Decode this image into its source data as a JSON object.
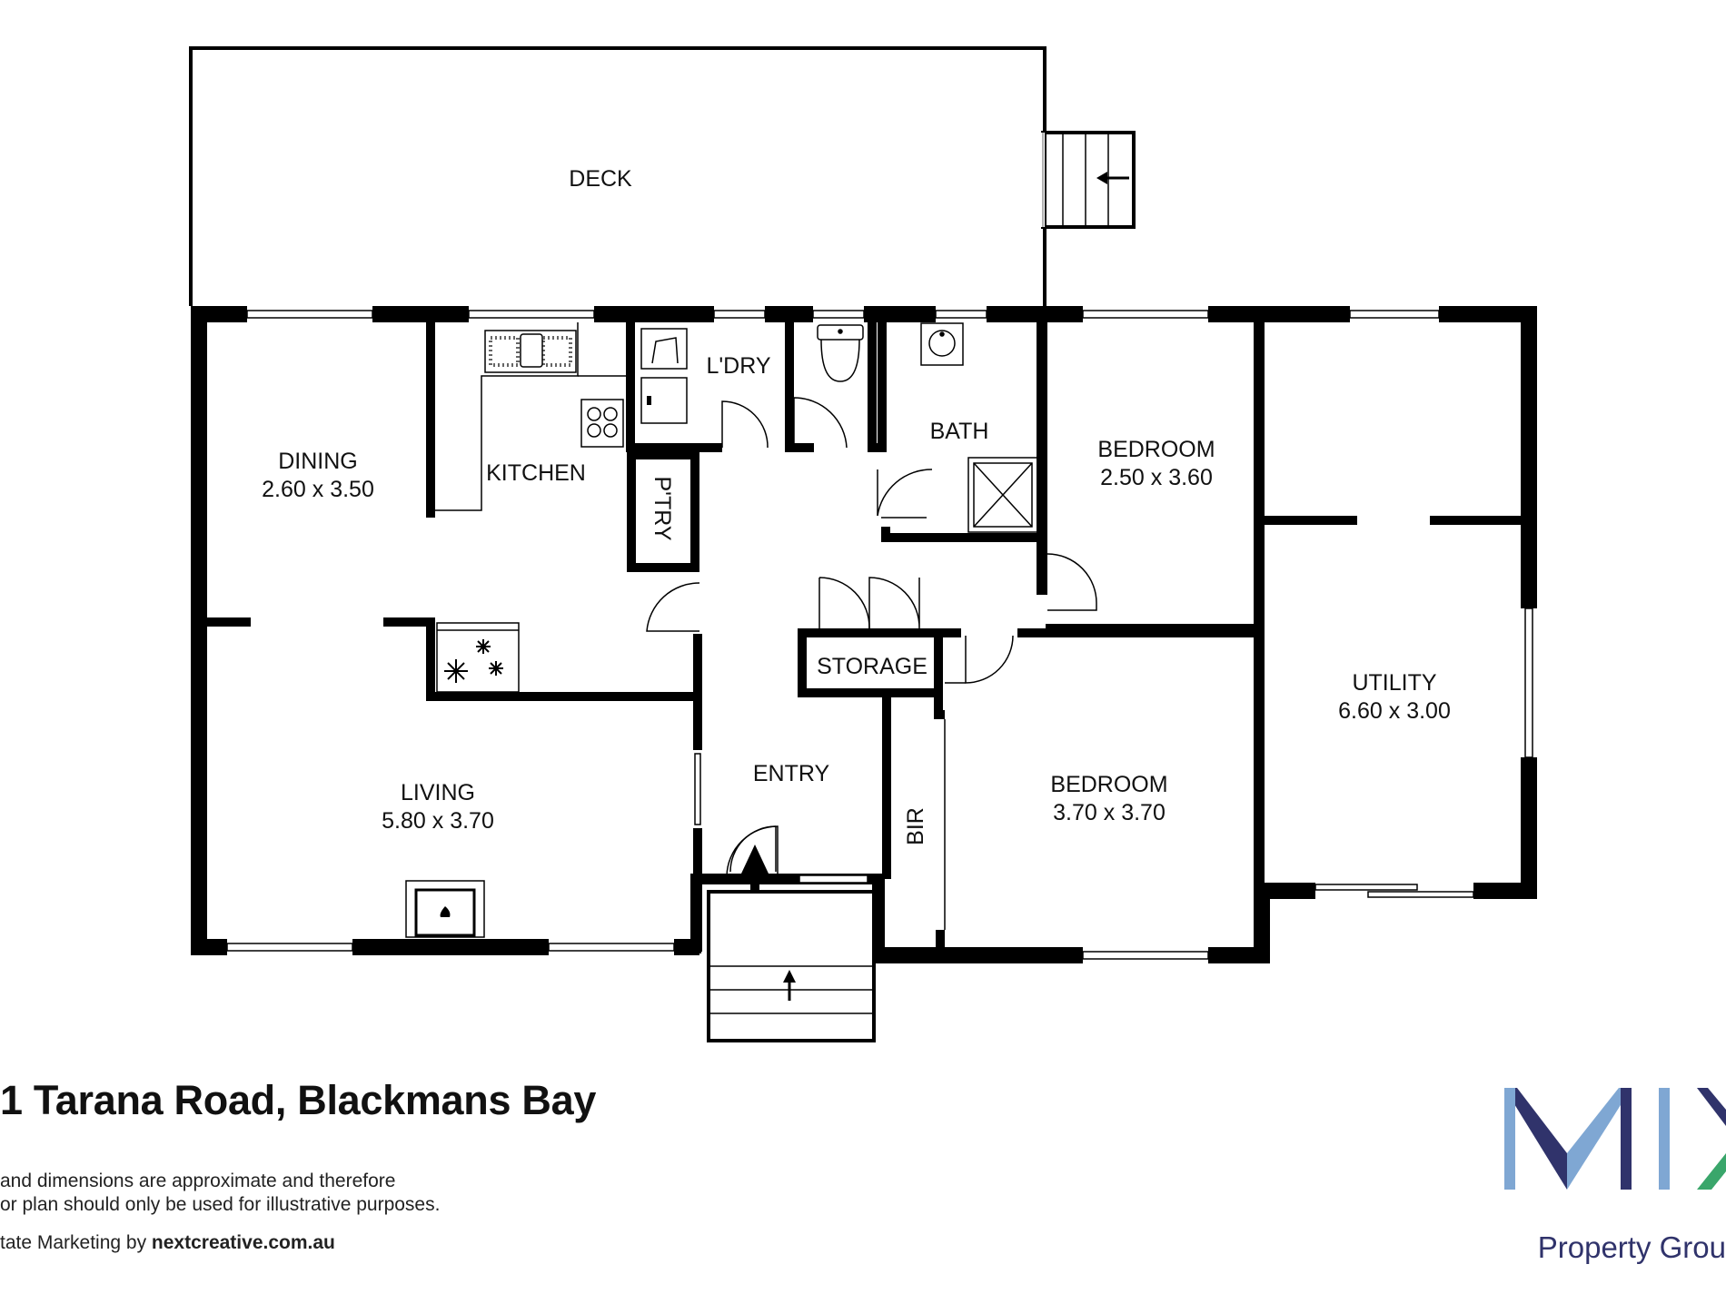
{
  "rooms": {
    "deck": "DECK",
    "dining": "DINING",
    "dining_dim": "2.60 x 3.50",
    "kitchen": "KITCHEN",
    "laundry": "L'DRY",
    "pantry": "P'TRY",
    "bath": "BATH",
    "bedroom1": "BEDROOM",
    "bedroom1_dim": "2.50 x 3.60",
    "bedroom2": "BEDROOM",
    "bedroom2_dim": "3.70 x 3.70",
    "utility": "UTILITY",
    "utility_dim": "6.60 x 3.00",
    "storage": "STORAGE",
    "entry": "ENTRY",
    "living": "LIVING",
    "living_dim": "5.80 x 3.70",
    "bir": "BIR"
  },
  "footer": {
    "address": "1 Tarana Road, Blackmans Bay",
    "disclaimer_line1": "and dimensions are approximate and therefore",
    "disclaimer_line2": "or plan should only be used for illustrative purposes.",
    "credit_prefix": "tate Marketing by ",
    "credit_site": "nextcreative.com.au"
  },
  "logo": {
    "letters": "MIX",
    "tagline": "Property Grou",
    "colors": {
      "m_light": "#7fa7d3",
      "m_dark": "#30336b",
      "x_green": "#3aa66b"
    }
  },
  "icons": [
    "sink-icon",
    "cooktop-icon",
    "toilet-icon",
    "basin-icon",
    "shower-icon",
    "washing-machine-icon",
    "laundry-tub-icon",
    "fridge-freezer-icon",
    "fireplace-icon",
    "entry-arrow-icon",
    "stairs-arrow-icon"
  ]
}
